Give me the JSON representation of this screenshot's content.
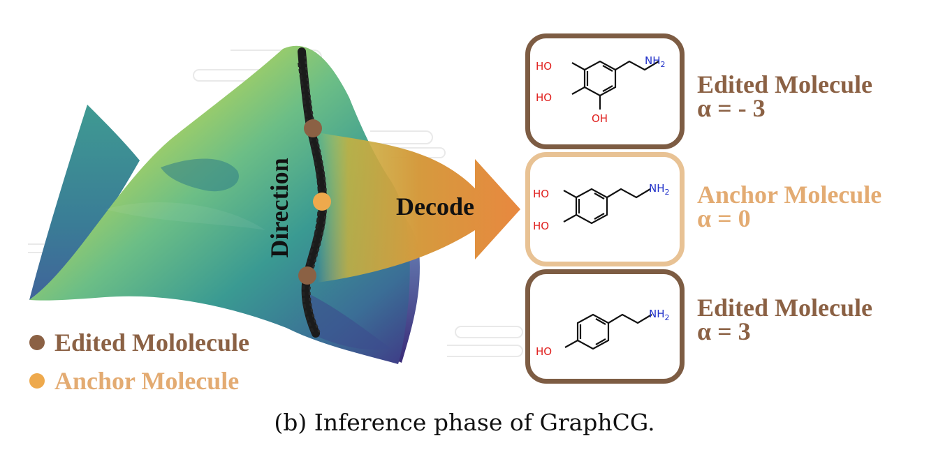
{
  "figure": {
    "direction_label": "Direction",
    "decode_label": "Decode",
    "caption": "(b) Inference phase of GraphCG."
  },
  "legend": {
    "edited": "Edited Mololecule",
    "anchor": "Anchor Molecule"
  },
  "molecules": [
    {
      "name": "Edited Molecule",
      "alpha": "α = - 3",
      "atoms": [
        "HO",
        "HO",
        "OH",
        "NH2"
      ]
    },
    {
      "name": "Anchor Molecule",
      "alpha": "α = 0",
      "atoms": [
        "HO",
        "HO",
        "NH2"
      ]
    },
    {
      "name": "Edited Molecule",
      "alpha": "α = 3",
      "atoms": [
        "HO",
        "NH2"
      ]
    }
  ],
  "colors": {
    "edited": "#8b6144",
    "anchor": "#e3ab72",
    "frame_edited": "#7d5c43",
    "frame_anchor": "#e8c294",
    "arrow": "#e38b3f",
    "oxygen": "#e0201e",
    "nitrogen": "#2131c9"
  }
}
